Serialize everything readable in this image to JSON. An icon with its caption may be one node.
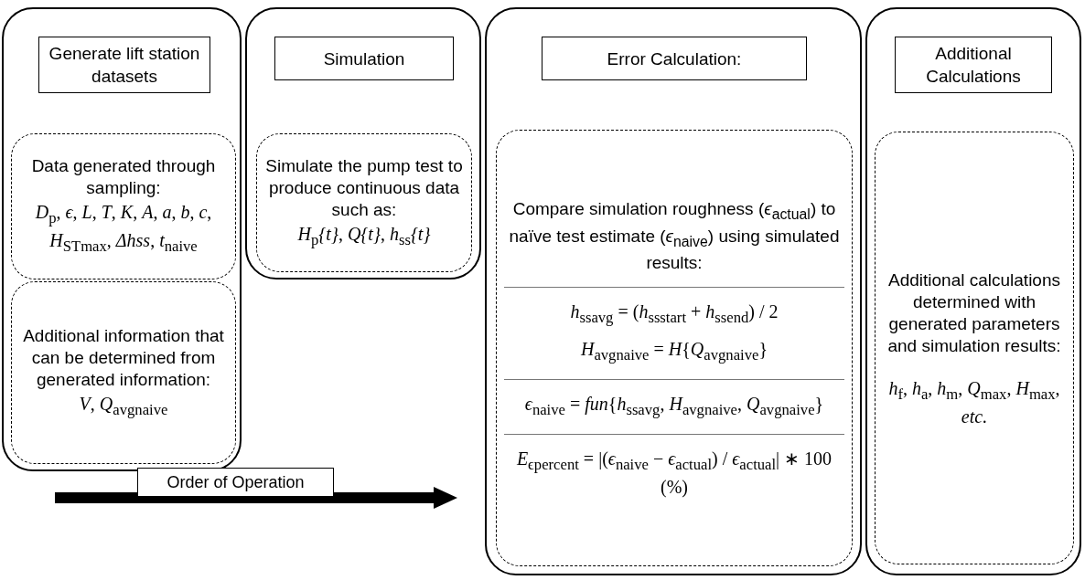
{
  "diagram": {
    "nodes": [
      {
        "text": [],
        "shape": "box"
      },
      {
        "text": [
          "Generate lift station datasets"
        ],
        "in": 0
      },
      {
        "text": [
          "Data generated through sampling:",
          "*D*$_{p}$, *ϵ*, *L*, *T*, *K*, *A*, *a*, *b*, *c*, *H*$_{STmax}$, *Δhss*, *t*$_{naive}$"
        ],
        "in": 0
      },
      {
        "text": [
          "Additional information that can be determined from generated information:",
          "*V*, *Q*$_{avgnaive}$"
        ],
        "in": 0
      },
      {
        "text": [],
        "shape": "box"
      },
      {
        "text": [
          "Simulation"
        ],
        "in": 4
      },
      {
        "text": [
          "Simulate the pump test to produce continuous data such as:",
          "*H*$_{p}$*{t}*, *Q{t}*, *h*$_{ss}$*{t}*"
        ],
        "in": 4
      },
      {
        "text": [],
        "shape": "box"
      },
      {
        "text": [
          "Error Calculation:"
        ],
        "in": 7
      },
      {
        "text": [
          "Compare simulation roughness (*ϵ*$_{actual}$) to naïve test estimate (*ϵ*$_{naive}$) using simulated results:",
          "*h*$_{ssavg}$ = (*h*$_{ssstart}$ + *h*$_{ssend}$) / 2",
          "*H*$_{avgnaive}$ = *H*{*Q*$_{avgnaive}$}",
          "*ϵ*$_{naive}$ = *fun*{*h*$_{ssavg}$, *H*$_{avgnaive}$, *Q*$_{avgnaive}$}",
          "*E*$_{ϵpercent}$ = |(*ϵ*$_{naive}$ − *ϵ*$_{actual}$) / *ϵ*$_{actual}$| ∗ 100 (%)"
        ],
        "in": 7
      },
      {
        "text": [],
        "shape": "box"
      },
      {
        "text": [
          "Additional Calculations"
        ],
        "in": 10
      },
      {
        "text": [
          "Additional calculations determined with generated parameters and simulation results:",
          "*h*$_{f}$, *h*$_{a}$, *h*$_{m}$, *Q*$_{max}$, *H*$_{max}$, *etc.*"
        ],
        "in": 10
      },
      {
        "text": [
          "Order of Operation"
        ]
      }
    ],
    "edges": []
  }
}
